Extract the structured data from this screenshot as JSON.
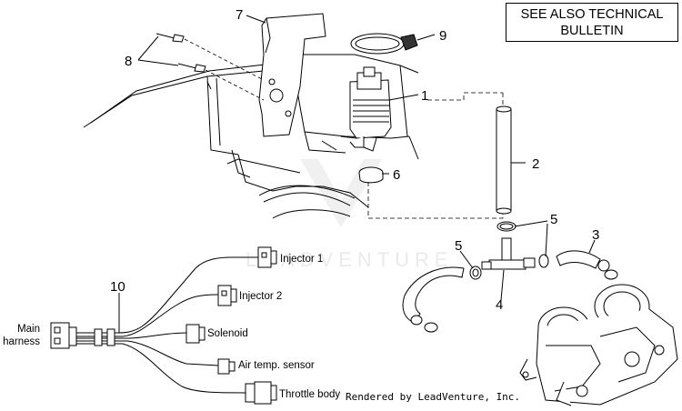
{
  "bulletin": {
    "line1": "SEE ALSO TECHNICAL",
    "line2": "BULLETIN"
  },
  "callouts": {
    "c1": "1",
    "c2": "2",
    "c3": "3",
    "c4": "4",
    "c5a": "5",
    "c5b": "5",
    "c6": "6",
    "c7": "7",
    "c8": "8",
    "c9": "9",
    "c10": "10"
  },
  "wiring_labels": {
    "injector1": "Injector 1",
    "injector2": "Injector 2",
    "solenoid": "Solenoid",
    "air_temp": "Air temp. sensor",
    "throttle_body": "Throttle body",
    "main_line1": "Main",
    "main_line2": "harness"
  },
  "watermark": "LEADVENTURE",
  "credit": "Rendered by LeadVenture, Inc."
}
